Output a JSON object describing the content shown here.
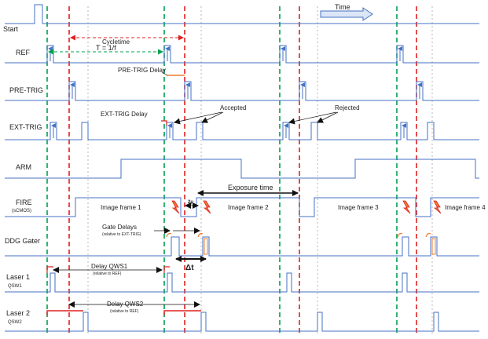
{
  "signals": [
    {
      "id": "start",
      "label": "Start",
      "sub": ""
    },
    {
      "id": "ref",
      "label": "REF",
      "sub": ""
    },
    {
      "id": "pretrig",
      "label": "PRE-TRIG",
      "sub": ""
    },
    {
      "id": "exttrig",
      "label": "EXT-TRIG",
      "sub": ""
    },
    {
      "id": "arm",
      "label": "ARM",
      "sub": ""
    },
    {
      "id": "fire",
      "label": "FIRE",
      "sub": "(sCMOS)"
    },
    {
      "id": "ddg",
      "label": "DDG Gater",
      "sub": ""
    },
    {
      "id": "laser1",
      "label": "Laser 1",
      "sub": "QSW1"
    },
    {
      "id": "laser2",
      "label": "Laser 2",
      "sub": "QSW2"
    }
  ],
  "annotations": {
    "time": "Time",
    "cycletime": "Cycletime",
    "period": "T = 1/f",
    "pretrig_delay": "PRE-TRIG Delay",
    "exttrig_delay": "EXT-TRIG Delay",
    "accepted": "Accepted",
    "rejected": "Rejected",
    "exposure_time": "Exposure time",
    "frame1": "Image frame 1",
    "frame2": "Image frame 2",
    "frame3": "Image frame 3",
    "frame4": "Image frame 4",
    "two_mu": "2μ",
    "gate_delays": "Gate Delays",
    "gate_delays_sub": "(relative to EXT-TRIG)",
    "delta_t": "Δt",
    "delay_qws1": "Delay QWS1",
    "delay_qws1_sub": "(relative to REF)",
    "delay_qws2": "Delay QWS2",
    "delay_qws2_sub": "(relative to REF)"
  },
  "colors": {
    "signal": "#4472c4",
    "green_marker": "#00a050",
    "red_marker": "#e02020",
    "orange": "#ed7d31",
    "red_bracket": "#e02020",
    "text": "#222222"
  },
  "icons": [
    "up-arrow-icon",
    "flash-icon",
    "time-arrow-icon"
  ]
}
